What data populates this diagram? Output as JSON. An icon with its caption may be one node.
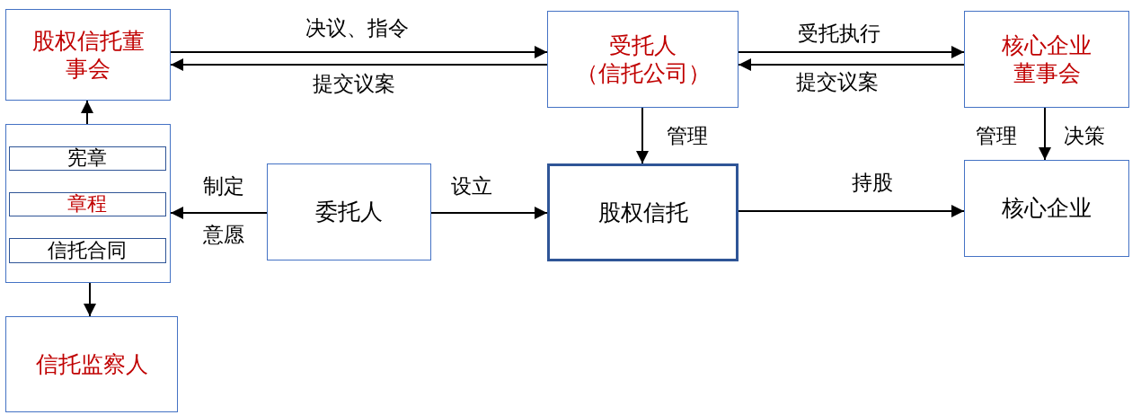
{
  "diagram": {
    "nodes": [
      {
        "text": [
          "股权信托董事会"
        ]
      },
      {
        "text": [
          "受托人",
          "（信托公司）"
        ]
      },
      {
        "text": [
          "核心企业董事会"
        ]
      },
      {
        "text": [],
        "shape": "box"
      },
      {
        "text": [
          "宪章"
        ],
        "in": 3
      },
      {
        "text": [
          "章程"
        ],
        "in": 3
      },
      {
        "text": [
          "信托合同"
        ],
        "in": 3
      },
      {
        "text": [
          "委托人"
        ]
      },
      {
        "text": [
          "股权信托"
        ]
      },
      {
        "text": [
          "核心企业"
        ]
      },
      {
        "text": [
          "信托监察人"
        ]
      }
    ],
    "edges": [
      {
        "from": 0,
        "to": 1,
        "arrow": "to",
        "label": "决议、指令"
      },
      {
        "from": 1,
        "to": 0,
        "arrow": "to",
        "label": "提交议案"
      },
      {
        "from": 1,
        "to": 2,
        "arrow": "to",
        "label": "受托执行"
      },
      {
        "from": 2,
        "to": 1,
        "arrow": "to",
        "label": "提交议案"
      },
      {
        "from": 1,
        "to": 8,
        "arrow": "to",
        "label": "管理"
      },
      {
        "from": 2,
        "to": 9,
        "arrow": "to",
        "label": "管理"
      },
      {
        "from": 3,
        "to": 0,
        "arrow": "to"
      },
      {
        "from": 3,
        "to": 10,
        "arrow": "to"
      },
      {
        "from": 7,
        "to": 3,
        "arrow": "to",
        "label": "制定"
      },
      {
        "from": 7,
        "to": 8,
        "arrow": "to",
        "label": "设立"
      },
      {
        "from": 8,
        "to": 9,
        "arrow": "to",
        "label": "持股"
      }
    ],
    "labels": [
      "意愿",
      "决策"
    ]
  }
}
